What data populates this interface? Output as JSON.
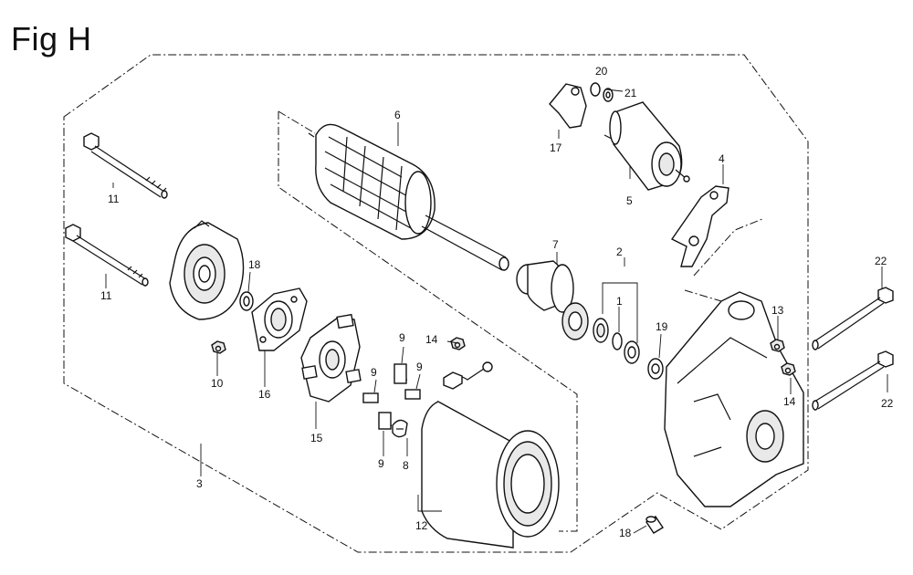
{
  "figure": {
    "title": "Fig H"
  },
  "callouts": [
    {
      "id": "c1",
      "text": "1"
    },
    {
      "id": "c2",
      "text": "2"
    },
    {
      "id": "c3",
      "text": "3"
    },
    {
      "id": "c4",
      "text": "4"
    },
    {
      "id": "c5",
      "text": "5"
    },
    {
      "id": "c6",
      "text": "6"
    },
    {
      "id": "c7",
      "text": "7"
    },
    {
      "id": "c8",
      "text": "8"
    },
    {
      "id": "c9a",
      "text": "9"
    },
    {
      "id": "c9b",
      "text": "9"
    },
    {
      "id": "c9c",
      "text": "9"
    },
    {
      "id": "c9d",
      "text": "9"
    },
    {
      "id": "c10",
      "text": "10"
    },
    {
      "id": "c11a",
      "text": "11"
    },
    {
      "id": "c11b",
      "text": "11"
    },
    {
      "id": "c12",
      "text": "12"
    },
    {
      "id": "c13",
      "text": "13"
    },
    {
      "id": "c14a",
      "text": "14"
    },
    {
      "id": "c14b",
      "text": "14"
    },
    {
      "id": "c15",
      "text": "15"
    },
    {
      "id": "c16",
      "text": "16"
    },
    {
      "id": "c17",
      "text": "17"
    },
    {
      "id": "c18a",
      "text": "18"
    },
    {
      "id": "c18b",
      "text": "18"
    },
    {
      "id": "c19",
      "text": "19"
    },
    {
      "id": "c20",
      "text": "20"
    },
    {
      "id": "c21",
      "text": "21"
    },
    {
      "id": "c22a",
      "text": "22"
    },
    {
      "id": "c22b",
      "text": "22"
    }
  ]
}
